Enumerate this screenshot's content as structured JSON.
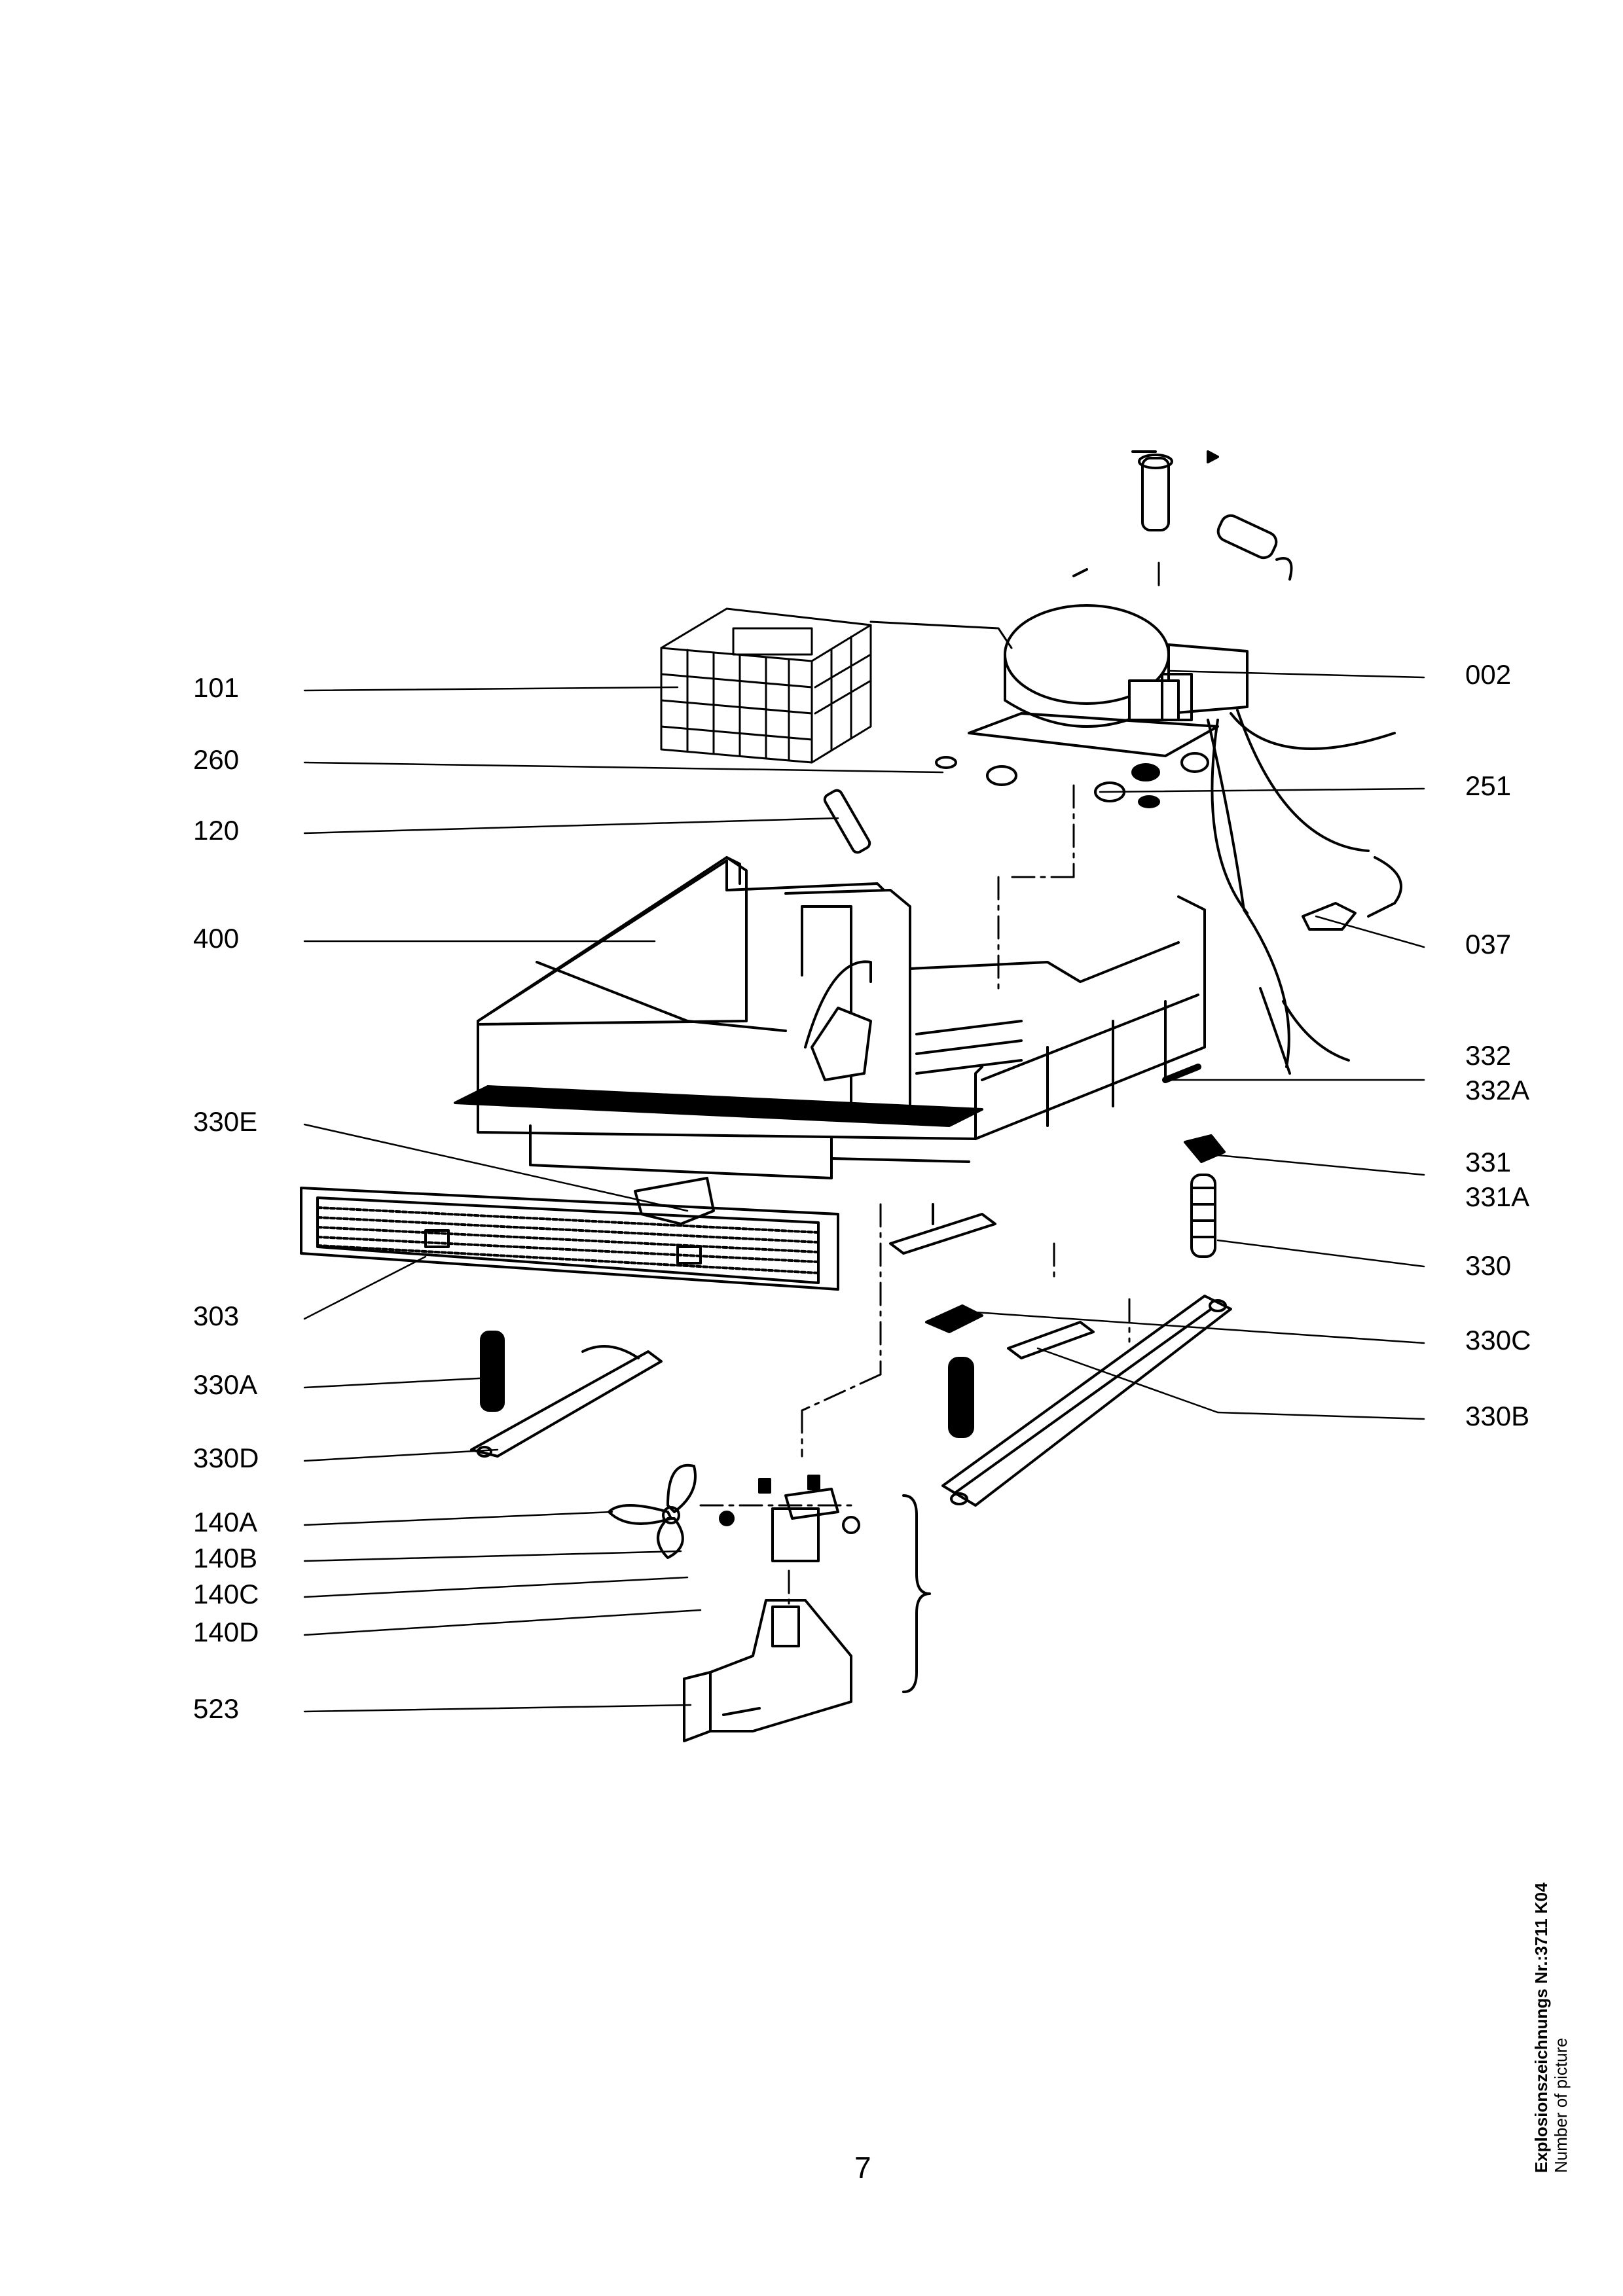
{
  "labels_left": [
    {
      "id": "101",
      "text": "101"
    },
    {
      "id": "260",
      "text": "260"
    },
    {
      "id": "120",
      "text": "120"
    },
    {
      "id": "400",
      "text": "400"
    },
    {
      "id": "330E",
      "text": "330E"
    },
    {
      "id": "303",
      "text": "303"
    },
    {
      "id": "330A",
      "text": "330A"
    },
    {
      "id": "330D",
      "text": "330D"
    },
    {
      "id": "140A",
      "text": "140A"
    },
    {
      "id": "140B",
      "text": "140B"
    },
    {
      "id": "140C",
      "text": "140C"
    },
    {
      "id": "140D",
      "text": "140D"
    },
    {
      "id": "523",
      "text": "523"
    }
  ],
  "labels_right": [
    {
      "id": "002",
      "text": "002"
    },
    {
      "id": "251",
      "text": "251"
    },
    {
      "id": "037",
      "text": "037"
    },
    {
      "id": "332",
      "text": "332"
    },
    {
      "id": "332A",
      "text": "332A"
    },
    {
      "id": "331",
      "text": "331"
    },
    {
      "id": "331A",
      "text": "331A"
    },
    {
      "id": "330",
      "text": "330"
    },
    {
      "id": "330C",
      "text": "330C"
    },
    {
      "id": "330B",
      "text": "330B"
    }
  ],
  "page_number": "7",
  "picture_id": {
    "title": "Explosionszeichnungs Nr.:3711 K04",
    "subtitle": "Number of picture"
  }
}
